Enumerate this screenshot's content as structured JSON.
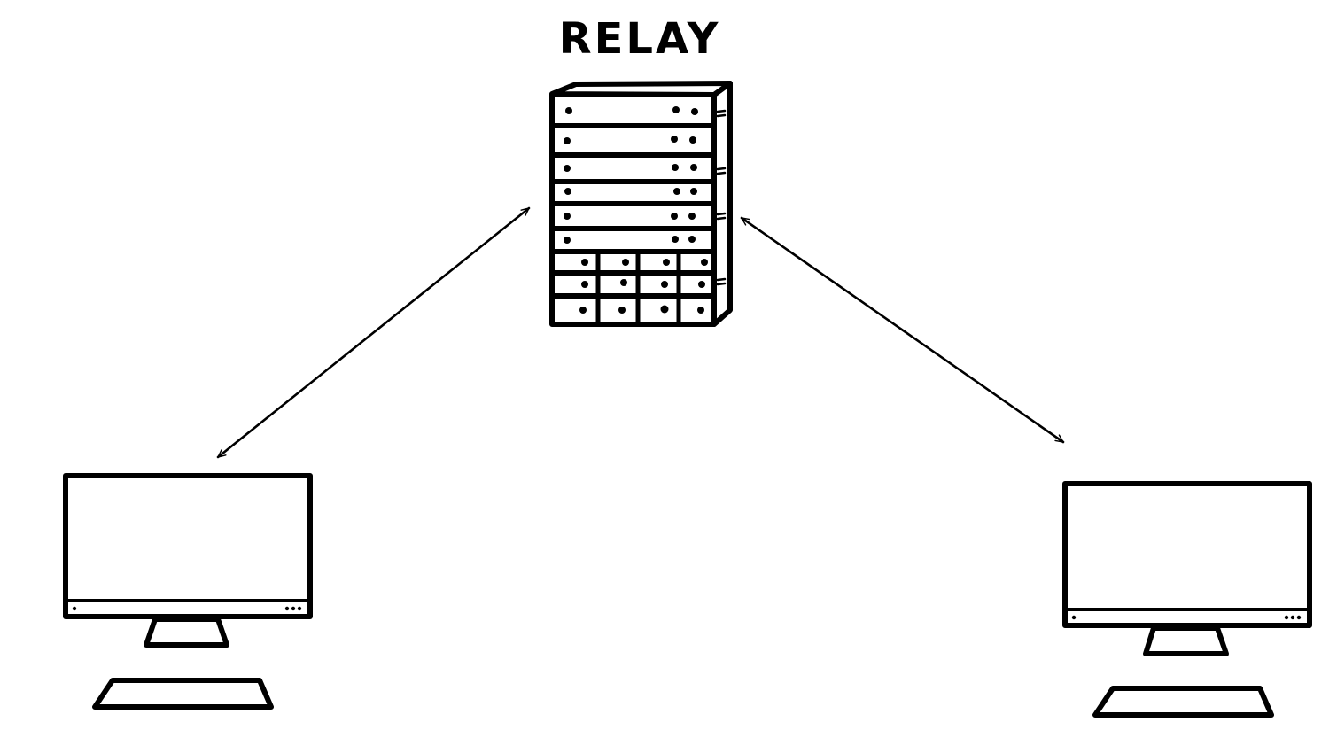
{
  "diagram": {
    "relay": {
      "label": "RELAY",
      "icon": "server-rack-icon"
    },
    "clients": [
      {
        "icon": "desktop-computer-icon"
      },
      {
        "icon": "desktop-computer-icon"
      }
    ],
    "connections": [
      {
        "from": "relay",
        "to": "client-left",
        "direction": "bidirectional"
      },
      {
        "from": "relay",
        "to": "client-right",
        "direction": "bidirectional"
      }
    ],
    "colors": {
      "ink": "#000000",
      "background": "#ffffff"
    }
  }
}
